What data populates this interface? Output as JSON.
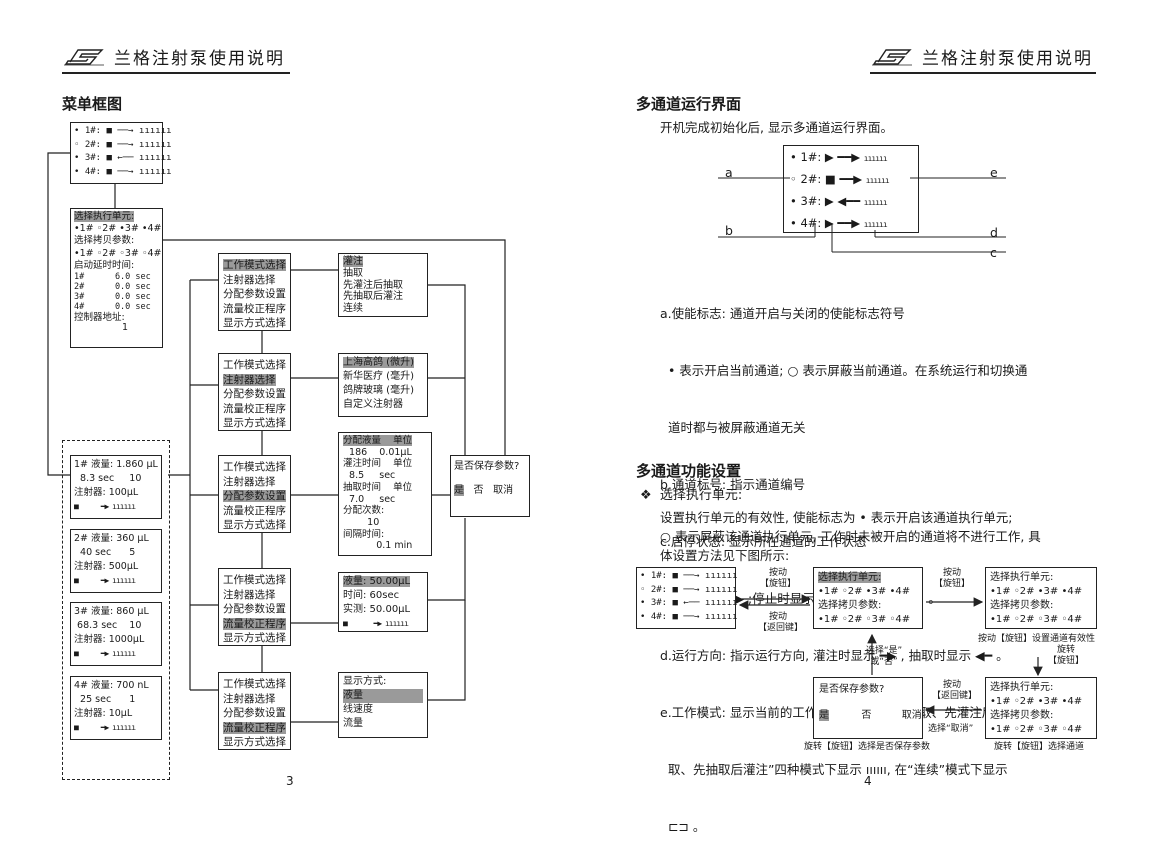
{
  "left_header": {
    "title": "兰格注射泵使用说明",
    "logo": "lange-logo-icon"
  },
  "right_header": {
    "title": "兰格注射泵使用说明",
    "logo": "lange-logo-icon"
  },
  "left": {
    "section_title": "菜单框图",
    "main_screen": [
      "• 1#: ■ ──→ ıııııı",
      "◦ 2#: ■ ──→ ıııııı",
      "• 3#: ■ ←── ıııııı",
      "• 4#: ■ ──→ ıııııı"
    ],
    "settings_box": {
      "row1": "选择执行单元:",
      "row2": "•1# ◦2# •3# •4#",
      "row3": "选择拷贝参数:",
      "row4": "•1# ◦2# ◦3# ◦4#",
      "row5": "启动延时时间:",
      "delays": [
        "1#      6.0 sec",
        "2#      0.0 sec",
        "3#      0.0 sec",
        "4#      0.0 sec"
      ],
      "addr_label": "控制器地址:",
      "addr_value": "1"
    },
    "channel_screens": [
      {
        "l1": "1# 液量: 1.860 μL",
        "l2": "  8.3 sec     10",
        "l3": "注射器:   100μL"
      },
      {
        "l1": "2# 液量:  360 μL",
        "l2": "  40 sec      5",
        "l3": "注射器:   500μL"
      },
      {
        "l1": "3# 液量:  860 μL",
        "l2": " 68.3 sec    10",
        "l3": "注射器:   1000μL"
      },
      {
        "l1": "4# 液量: 700 nL",
        "l2": "  25 sec      1",
        "l3": "注射器:    10μL"
      }
    ],
    "main_menu": [
      "工作模式选择",
      "注射器选择",
      "分配参数设置",
      "流量校正程序",
      "显示方式选择"
    ],
    "sub_mode": [
      "灌注",
      "抽取",
      "先灌注后抽取",
      "先抽取后灌注",
      "连续"
    ],
    "sub_syringe": [
      "上海高鸽 (微升)",
      "新华医疗 (毫升)",
      "鸽牌玻璃 (毫升)",
      "自定义注射器"
    ],
    "sub_dispense": [
      "分配液量    单位",
      "  186    0.01μL",
      "灌注时间    单位",
      "  8.5     sec",
      "抽取时间    单位",
      "  7.0     sec",
      "分配次数:",
      "        10",
      "间隔时间:",
      "           0.1 min"
    ],
    "sub_calib": [
      "液量: 50.00μL",
      "时间: 60sec",
      "实测: 50.00μL"
    ],
    "sub_display": [
      "显示方式:",
      "液量",
      "线速度",
      "流量"
    ],
    "save_dialog": {
      "question": "是否保存参数?",
      "yes": "是",
      "no": "否",
      "cancel": "取消"
    },
    "page_number": "3"
  },
  "right": {
    "title1": "多通道运行界面",
    "intro": "开机完成初始化后, 显示多通道运行界面。",
    "diagram_labels": {
      "a": "a",
      "b": "b",
      "c": "c",
      "d": "d",
      "e": "e"
    },
    "diagram_rows": [
      "• 1#:",
      "◦ 2#:",
      "• 3#:",
      "• 4#:"
    ],
    "notes": [
      "a.使能标志: 通道开启与关闭的使能标志符号",
      "  • 表示开启当前通道; ○ 表示屏蔽当前通道。在系统运行和切换通",
      "  道时都与被屏蔽通道无关",
      "b.通道标号: 指示通道编号",
      "c.启停状态: 显示所在通道的工作状态",
      "  启动时显示 ▶ ;停止时显示 ■ ;暂停时显示 ▌▌ 。",
      "d.运行方向: 指示运行方向, 灌注时显示 ━▶ , 抽取时显示 ◀━ 。",
      "e.工作模式: 显示当前的工作模式, 在“灌注、抽取、先灌注后抽",
      "  取、先抽取后灌注”四种模式下显示 ıııııı, 在“连续”模式下显示",
      "  ⊏⊐ 。"
    ],
    "title2": "多通道功能设置",
    "sub_title": "选择执行单元:",
    "para": [
      "设置执行单元的有效性, 使能标志为 • 表示开启该通道执行单元;",
      "○ 表示屏蔽该通道执行单元, 工作时未被开启的通道将不进行工作, 具",
      "体设置方法见下图所示:"
    ],
    "flow": {
      "s1": [
        "• 1#: ■ ──→ ıııııı",
        "◦ 2#: ■ ──→ ıııııı",
        "• 3#: ■ ←── ıııııı",
        "• 4#: ■ ──→ ıııııı"
      ],
      "s2": [
        "选择执行单元:",
        "•1# ◦2# •3# •4#",
        "选择拷贝参数:",
        "•1# ◦2# ◦3# ◦4#"
      ],
      "s3": [
        "选择执行单元:",
        "•1# ◦2# •3# •4#",
        "选择拷贝参数:",
        "•1# ◦2# ◦3# ◦4#"
      ],
      "s4": [
        "选择执行单元:",
        "•1# ◦2# •3# •4#",
        "选择拷贝参数:",
        "•1# ◦2# ◦3# ◦4#"
      ],
      "s5": {
        "question": "是否保存参数?",
        "yes": "是",
        "no": "否",
        "cancel": "取消"
      },
      "a1": "按动\n【旋钮】",
      "a2": "按动\n【返回键】",
      "a3": "按动\n【旋钮】",
      "a4": "按动【旋钮】设置通道有效性",
      "a5": "旋转\n【旋钮】",
      "a6": "按动\n【返回键】",
      "a7": "选择“取消”",
      "a8": "选择“是”\n或“否”",
      "a9": "旋转【旋钮】选择是否保存参数",
      "a10": "旋转【旋钮】选择通道"
    },
    "page_number": "4"
  }
}
